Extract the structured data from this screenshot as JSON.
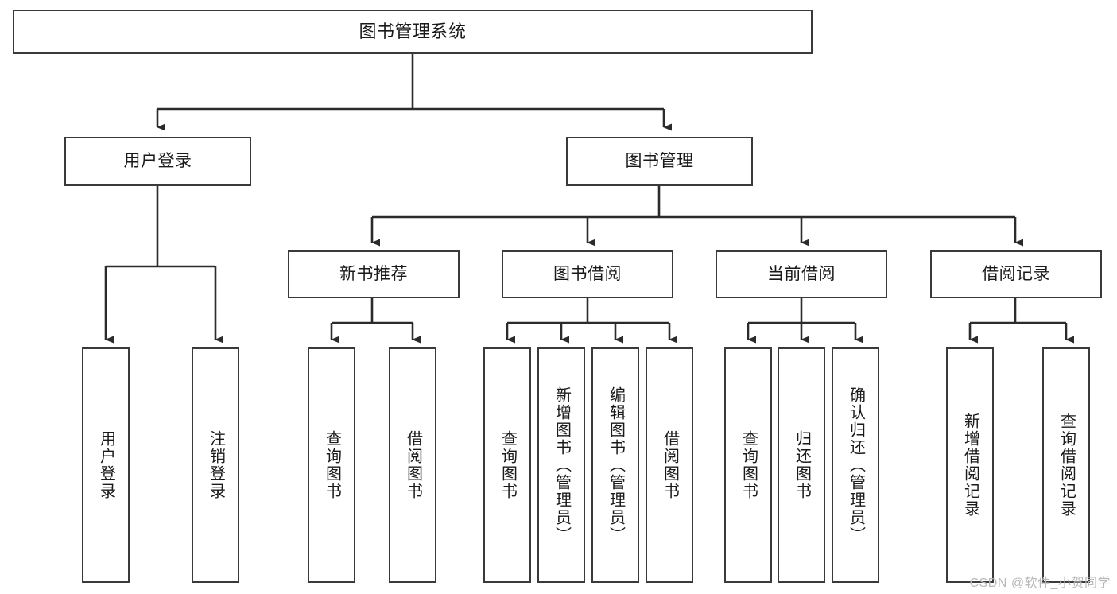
{
  "diagram": {
    "type": "tree",
    "title": "图书管理系统",
    "watermark": "CSDN @软件_小贺同学",
    "colors": {
      "box_border": "#3a3a3a",
      "box_fill": "#ffffff",
      "connector": "#2b2b2b",
      "text": "#1a1a1a",
      "watermark": "#b8b8b8"
    },
    "levels": {
      "level1": {
        "label": "图书管理系统"
      },
      "level2": [
        {
          "label": "用户登录"
        },
        {
          "label": "图书管理"
        }
      ],
      "level3": [
        {
          "label": "新书推荐"
        },
        {
          "label": "图书借阅"
        },
        {
          "label": "当前借阅"
        },
        {
          "label": "借阅记录"
        }
      ]
    },
    "leaves": {
      "user_login": [
        {
          "label": "用户登录"
        },
        {
          "label": "注销登录"
        }
      ],
      "new_book_recommend": [
        {
          "label": "查询图书"
        },
        {
          "label": "借阅图书"
        }
      ],
      "book_borrow": [
        {
          "label": "查询图书"
        },
        {
          "label": "新增图书（管理员）"
        },
        {
          "label": "编辑图书（管理员）"
        },
        {
          "label": "借阅图书"
        }
      ],
      "current_borrow": [
        {
          "label": "查询图书"
        },
        {
          "label": "归还图书"
        },
        {
          "label": "确认归还（管理员）"
        }
      ],
      "borrow_record": [
        {
          "label": "新增借阅记录"
        },
        {
          "label": "查询借阅记录"
        }
      ]
    }
  }
}
